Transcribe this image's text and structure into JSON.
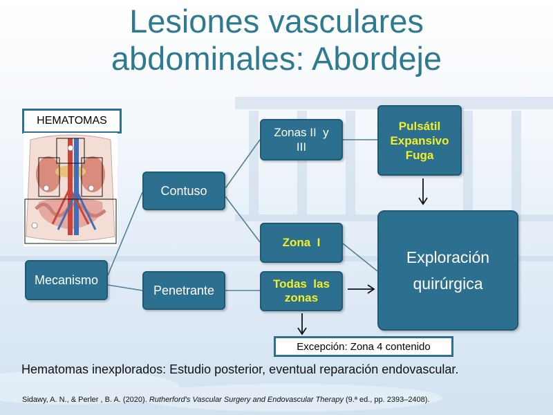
{
  "slide": {
    "title_line1": "Lesiones vasculares",
    "title_line2": "abdominales: Abordeje"
  },
  "hematomas_label": "HEMATOMAS",
  "nodes": {
    "mecanismo": "Mecanismo",
    "contuso": "Contuso",
    "penetrante": "Penetrante",
    "zonas_2_3_line1": "Zonas II  y",
    "zonas_2_3_line2": "III",
    "zona_1": "Zona  I",
    "todas_line1": "Todas  las",
    "todas_line2": "zonas",
    "pulsatil_line1": "Pulsátil",
    "pulsatil_line2": "Expansivo",
    "pulsatil_line3": "Fuga",
    "exploracion_line1": "Exploración",
    "exploracion_line2": "quirúrgica"
  },
  "excepcion": "Excepción: Zona 4 contenido",
  "note": "Hematomas inexplorados: Estudio posterior, eventual reparación endovascular.",
  "citation": {
    "authors": "Sidawy, A. N., & Perler , B. A. (2020). ",
    "work": "Rutherford's Vascular Surgery and Endovascular Therapy",
    "details": " (9.ª ed., pp. 2393–2408)."
  },
  "colors": {
    "title": "#2e7a90",
    "node_fill": "#2c6f8e",
    "node_border": "#1e5a76",
    "highlight_text": "#f5ee2a"
  }
}
